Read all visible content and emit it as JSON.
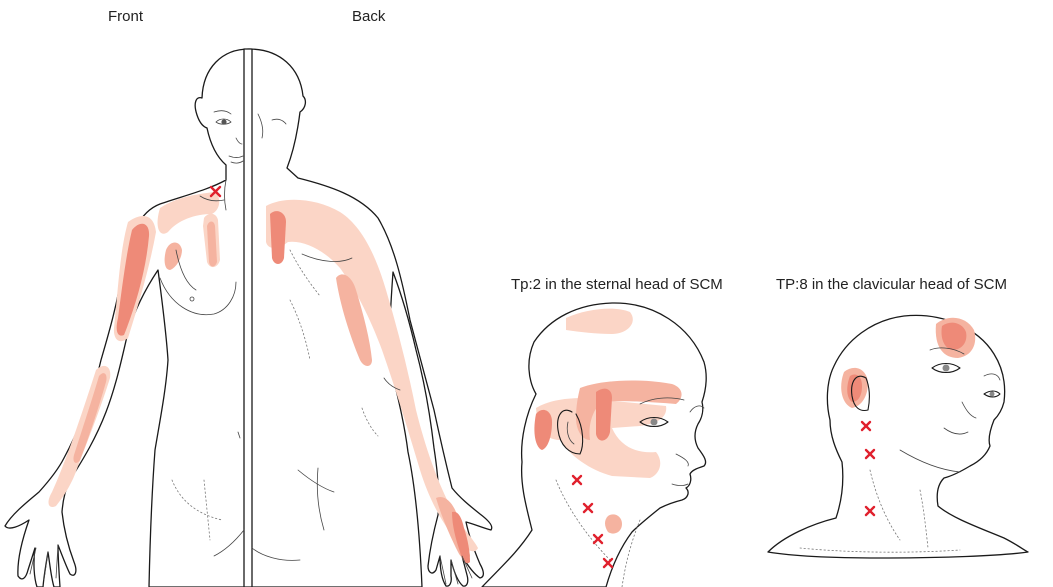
{
  "labels": {
    "front": "Front",
    "back": "Back",
    "tp2": "Tp:2 in the sternal head of SCM",
    "tp8": "TP:8 in the clavicular head of SCM"
  },
  "colors": {
    "referral_light": "#fbd5c6",
    "referral_medium": "#f5b3a0",
    "referral_dark": "#ee8a78",
    "trigger_point": "#e0202d"
  },
  "trigger_point_icon": "x-mark"
}
